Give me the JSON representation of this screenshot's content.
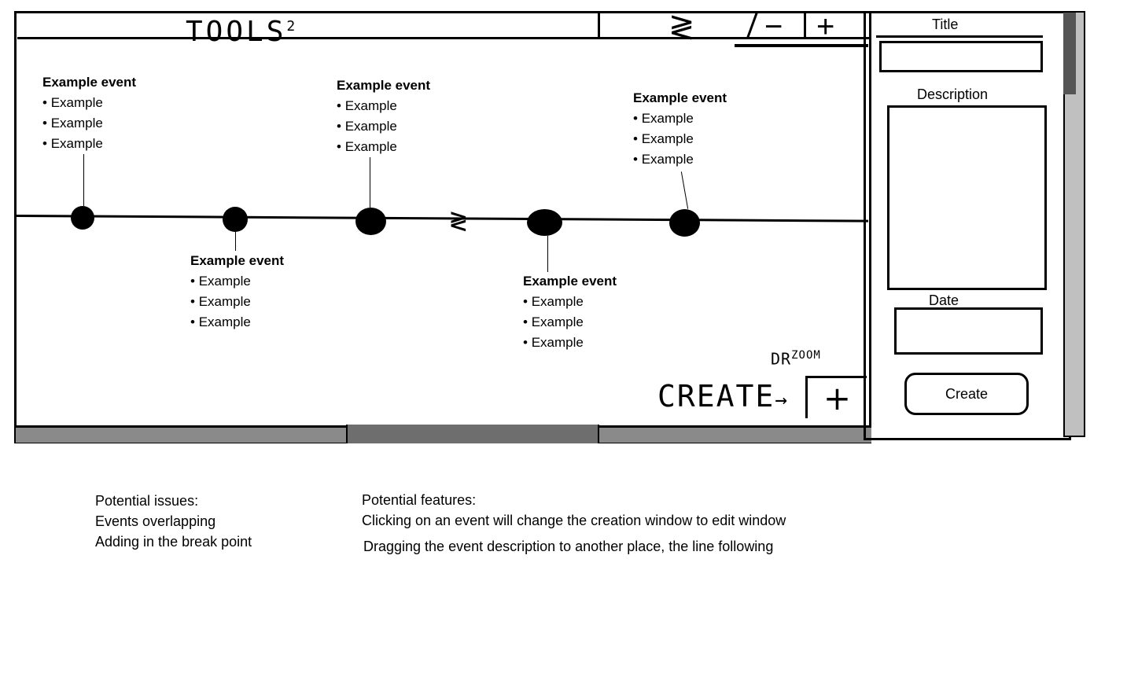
{
  "toolbar": {
    "title": "TOOLS",
    "title_superscript": "2",
    "break_tool": "≷",
    "zoom_out": "−",
    "zoom_in": "+"
  },
  "timeline": {
    "break_marker": "≷",
    "events": [
      {
        "title": "Example event",
        "items": [
          "Example",
          "Example",
          "Example"
        ],
        "position": "above"
      },
      {
        "title": "Example event",
        "items": [
          "Example",
          "Example",
          "Example"
        ],
        "position": "below"
      },
      {
        "title": "Example event",
        "items": [
          "Example",
          "Example",
          "Example"
        ],
        "position": "above"
      },
      {
        "title": "Example event",
        "items": [
          "Example",
          "Example",
          "Example"
        ],
        "position": "below"
      },
      {
        "title": "Example event",
        "items": [
          "Example",
          "Example",
          "Example"
        ],
        "position": "above"
      }
    ]
  },
  "create_area": {
    "hint": "CREATE",
    "arrow": "→",
    "drag_zoom_hint": "DR",
    "drag_zoom_super": "ZOOM",
    "plus": "+"
  },
  "side_panel": {
    "title_label": "Title",
    "description_label": "Description",
    "date_label": "Date",
    "create_button": "Create"
  },
  "notes": {
    "issues_heading": "Potential issues:",
    "issues": [
      "Events overlapping",
      "Adding in the break point"
    ],
    "features_heading": "Potential features:",
    "features": [
      "Clicking on an event will change the creation window to edit window",
      "Dragging the event description to another place, the line following"
    ]
  }
}
